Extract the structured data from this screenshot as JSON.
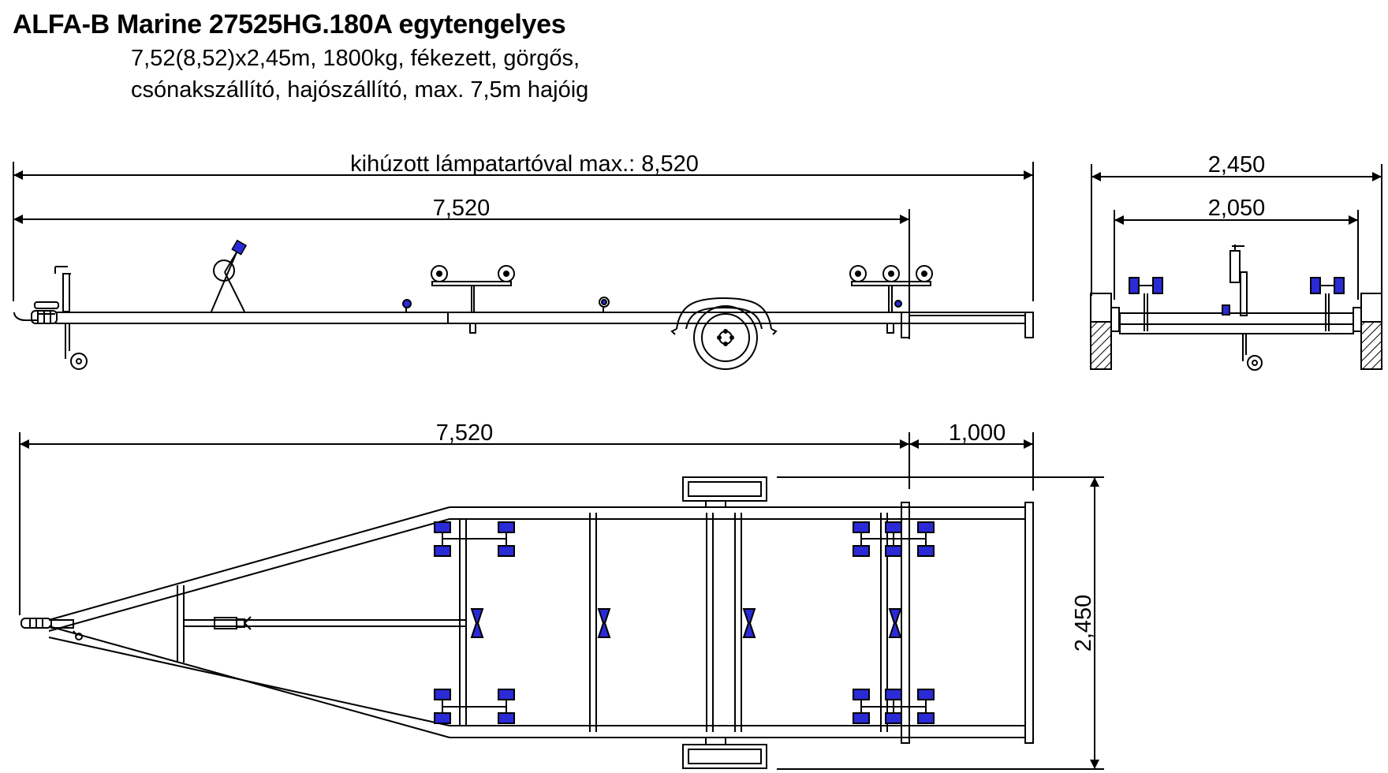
{
  "title": "ALFA-B Marine 27525HG.180A egytengelyes",
  "subtitle_line1": "7,52(8,52)x2,45m, 1800kg, fékezett, görgős,",
  "subtitle_line2": "csónakszállító, hajószállító, max. 7,5m hajóig",
  "side_view": {
    "dim_max": "kihúzott lámpatartóval max.: 8,520",
    "dim_length": "7,520"
  },
  "rear_view": {
    "dim_width_outer": "2,450",
    "dim_width_inner": "2,050"
  },
  "top_view": {
    "dim_length": "7,520",
    "dim_extension": "1,000",
    "dim_width": "2,450"
  },
  "colors": {
    "line": "#000000",
    "roller_blue": "#2a2ad6",
    "tire_hatch": "#000000"
  }
}
